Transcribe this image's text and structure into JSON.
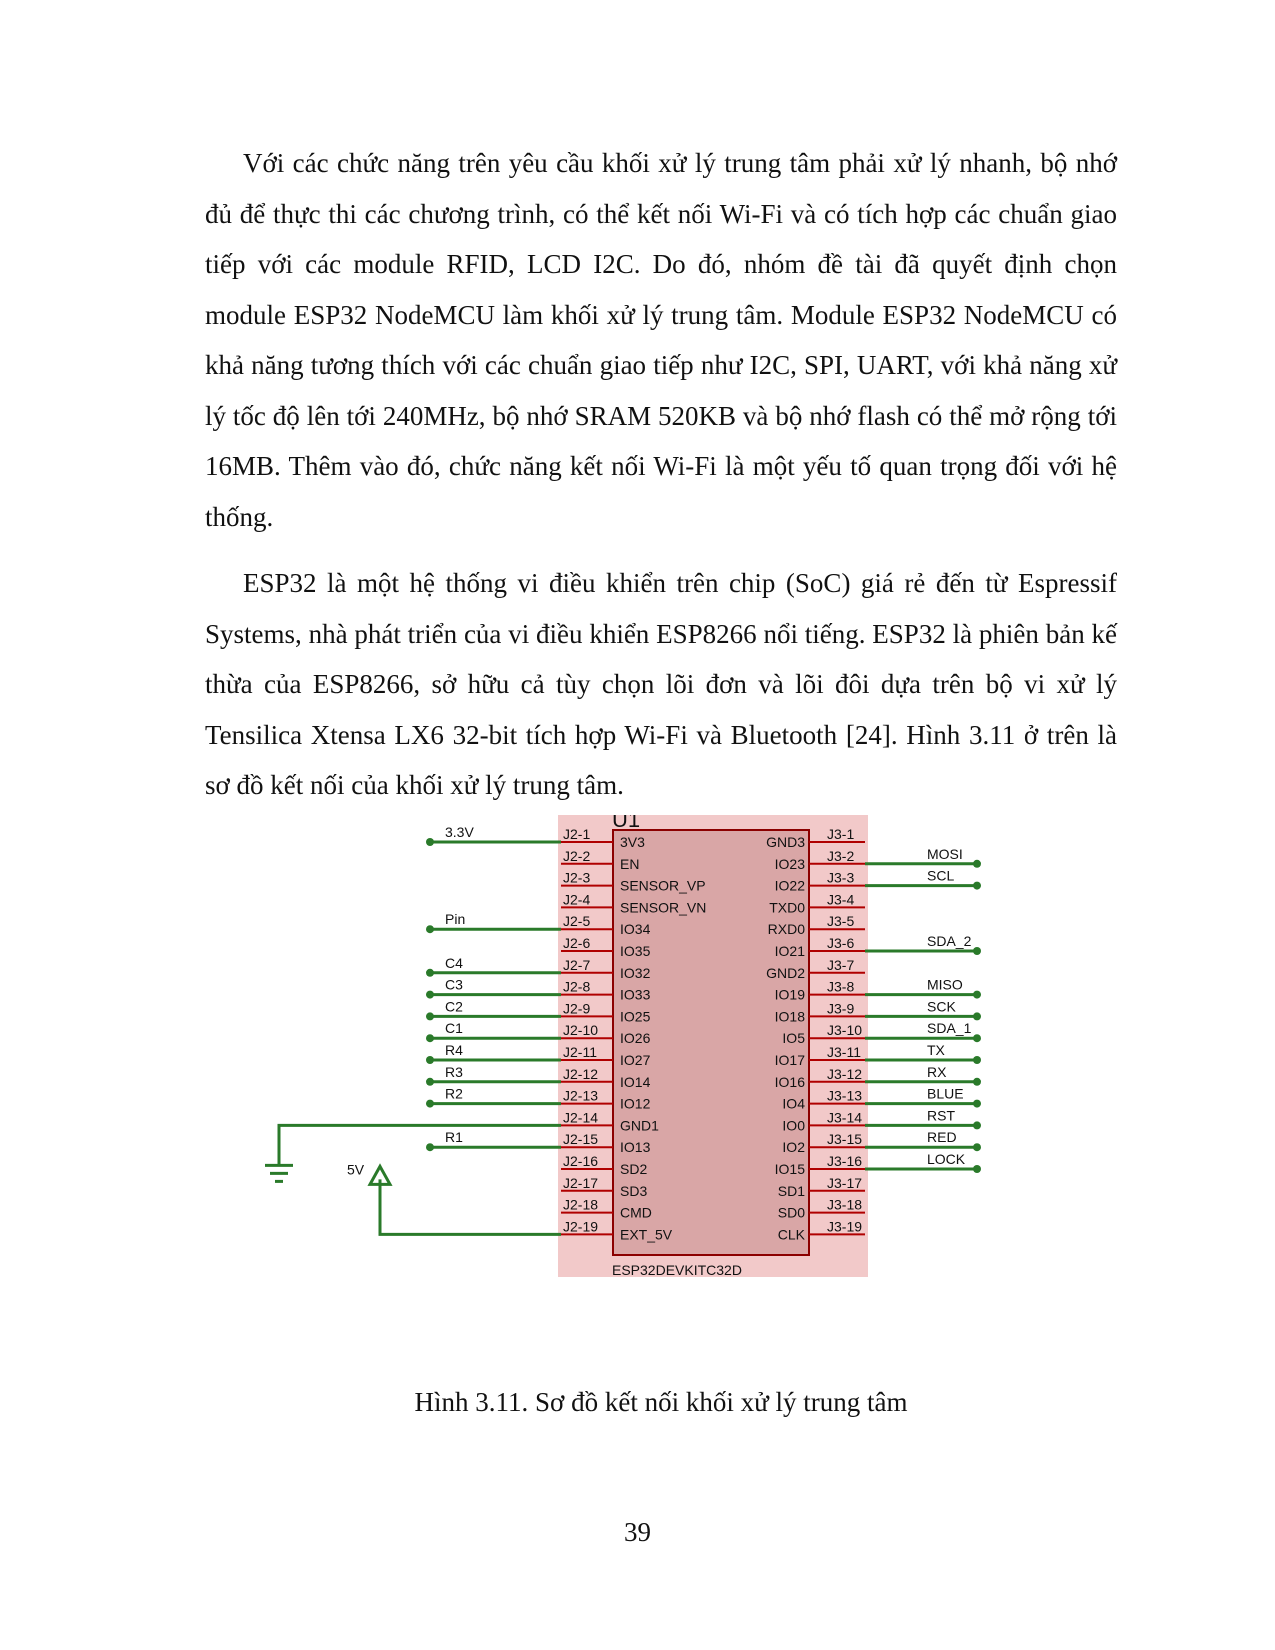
{
  "paragraphs": [
    "Với các chức năng trên yêu cầu khối xử lý trung tâm phải xử lý nhanh, bộ nhớ đủ để thực thi các chương trình, có thể kết nối Wi-Fi và có tích hợp các chuẩn giao tiếp với các module RFID, LCD I2C. Do đó, nhóm đề tài đã quyết định chọn module ESP32 NodeMCU làm khối xử lý trung tâm. Module ESP32 NodeMCU có khả năng tương thích với các chuẩn giao tiếp như I2C, SPI, UART, với khả năng xử lý tốc độ lên tới 240MHz, bộ nhớ SRAM 520KB và bộ nhớ flash có thể mở rộng tới 16MB. Thêm vào đó, chức năng kết nối Wi-Fi là một yếu tố quan trọng đối với hệ thống.",
    "ESP32 là một hệ thống vi điều khiển trên chip (SoC) giá rẻ đến từ Espressif Systems, nhà phát triển của vi điều khiển ESP8266 nổi tiếng. ESP32 là phiên bản kế thừa của ESP8266, sở hữu cả tùy chọn lõi đơn và lõi đôi dựa trên bộ vi xử lý Tensilica Xtensa LX6 32-bit tích hợp Wi-Fi và Bluetooth [24]. Hình 3.11 ở trên là sơ đồ kết nối của khối xử lý trung tâm."
  ],
  "schematic": {
    "ref": "U1",
    "part": "ESP32DEVKITC32D",
    "left_pins": [
      {
        "pin": "J2-1",
        "name": "3V3",
        "net": "3.3V"
      },
      {
        "pin": "J2-2",
        "name": "EN",
        "net": ""
      },
      {
        "pin": "J2-3",
        "name": "SENSOR_VP",
        "net": ""
      },
      {
        "pin": "J2-4",
        "name": "SENSOR_VN",
        "net": ""
      },
      {
        "pin": "J2-5",
        "name": "IO34",
        "net": "Pin"
      },
      {
        "pin": "J2-6",
        "name": "IO35",
        "net": ""
      },
      {
        "pin": "J2-7",
        "name": "IO32",
        "net": "C4"
      },
      {
        "pin": "J2-8",
        "name": "IO33",
        "net": "C3"
      },
      {
        "pin": "J2-9",
        "name": "IO25",
        "net": "C2"
      },
      {
        "pin": "J2-10",
        "name": "IO26",
        "net": "C1"
      },
      {
        "pin": "J2-11",
        "name": "IO27",
        "net": "R4"
      },
      {
        "pin": "J2-12",
        "name": "IO14",
        "net": "R3"
      },
      {
        "pin": "J2-13",
        "name": "IO12",
        "net": "R2"
      },
      {
        "pin": "J2-14",
        "name": "GND1",
        "net": "GND"
      },
      {
        "pin": "J2-15",
        "name": "IO13",
        "net": "R1"
      },
      {
        "pin": "J2-16",
        "name": "SD2",
        "net": ""
      },
      {
        "pin": "J2-17",
        "name": "SD3",
        "net": ""
      },
      {
        "pin": "J2-18",
        "name": "CMD",
        "net": ""
      },
      {
        "pin": "J2-19",
        "name": "EXT_5V",
        "net": "5V"
      }
    ],
    "right_pins": [
      {
        "pin": "J3-1",
        "name": "GND3",
        "net": ""
      },
      {
        "pin": "J3-2",
        "name": "IO23",
        "net": "MOSI"
      },
      {
        "pin": "J3-3",
        "name": "IO22",
        "net": "SCL"
      },
      {
        "pin": "J3-4",
        "name": "TXD0",
        "net": ""
      },
      {
        "pin": "J3-5",
        "name": "RXD0",
        "net": ""
      },
      {
        "pin": "J3-6",
        "name": "IO21",
        "net": "SDA_2"
      },
      {
        "pin": "J3-7",
        "name": "GND2",
        "net": ""
      },
      {
        "pin": "J3-8",
        "name": "IO19",
        "net": "MISO"
      },
      {
        "pin": "J3-9",
        "name": "IO18",
        "net": "SCK"
      },
      {
        "pin": "J3-10",
        "name": "IO5",
        "net": "SDA_1"
      },
      {
        "pin": "J3-11",
        "name": "IO17",
        "net": "TX"
      },
      {
        "pin": "J3-12",
        "name": "IO16",
        "net": "RX"
      },
      {
        "pin": "J3-13",
        "name": "IO4",
        "net": "BLUE"
      },
      {
        "pin": "J3-14",
        "name": "IO0",
        "net": "RST"
      },
      {
        "pin": "J3-15",
        "name": "IO2",
        "net": "RED"
      },
      {
        "pin": "J3-16",
        "name": "IO15",
        "net": "LOCK"
      },
      {
        "pin": "J3-17",
        "name": "SD1",
        "net": ""
      },
      {
        "pin": "J3-18",
        "name": "SD0",
        "net": ""
      },
      {
        "pin": "J3-19",
        "name": "CLK",
        "net": ""
      }
    ],
    "colors": {
      "body_fill": "#f2c9c9",
      "module_fill": "#d9a6a6",
      "wire": "#2a7a2a",
      "pin": "#b00000",
      "outline": "#8b0000"
    }
  },
  "caption": "Hình 3.11. Sơ đồ kết nối khối xử lý trung tâm",
  "page_number": "39"
}
